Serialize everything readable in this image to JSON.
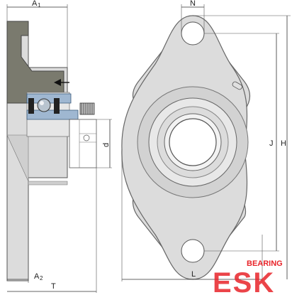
{
  "dimensions": {
    "A1": "A",
    "A1_sub": "1",
    "A2": "A",
    "A2_sub": "2",
    "T": "T",
    "d": "d",
    "N": "N",
    "J": "J",
    "H": "H",
    "L": "L"
  },
  "logo": {
    "top_text": "BEARING",
    "main_text": "ESK"
  },
  "colors": {
    "housing_section": "#7a7a6e",
    "housing_face": "#dcdcdc",
    "insert_blue": "#9fb7d1",
    "logo_red": "#e8242a"
  },
  "icons": {
    "load_arrow": "arrow-left-icon",
    "grease_fitting": "grease-nipple-icon",
    "set_screw": "set-screw-icon"
  }
}
